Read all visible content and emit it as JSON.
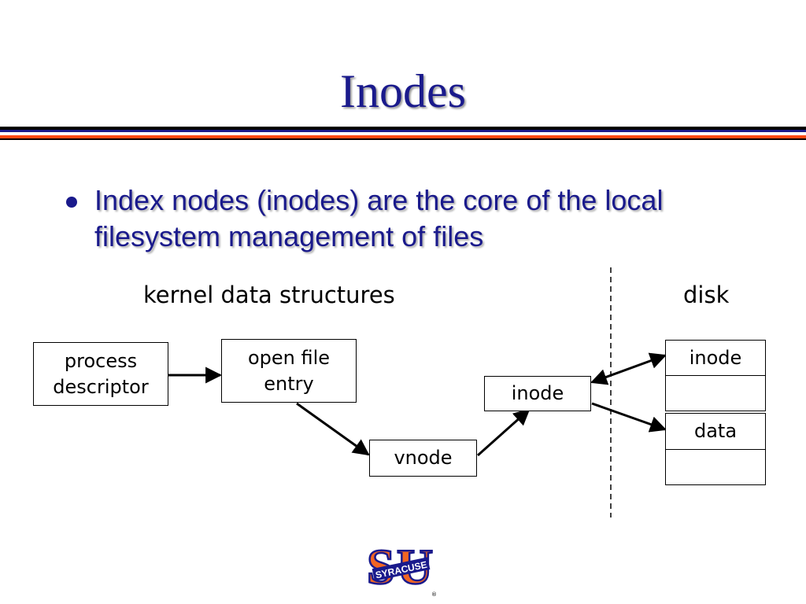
{
  "slide": {
    "title": "Inodes",
    "bullet": "Index nodes (inodes) are the core of the local filesystem management of files"
  },
  "diagram": {
    "kernel_label": "kernel data structures",
    "disk_label": "disk",
    "process_descriptor": "process\ndescriptor",
    "open_file_entry": "open file\nentry",
    "vnode": "vnode",
    "inode_kernel": "inode",
    "disk_inode": "inode",
    "disk_data": "data"
  },
  "logo": {
    "text": "SYRACUSE",
    "colors": {
      "orange": "#f26522",
      "navy": "#1a1a8c"
    }
  },
  "colors": {
    "title": "#1a1a8c",
    "accent_orange": "#ff4a14",
    "rule_black": "#000000"
  }
}
